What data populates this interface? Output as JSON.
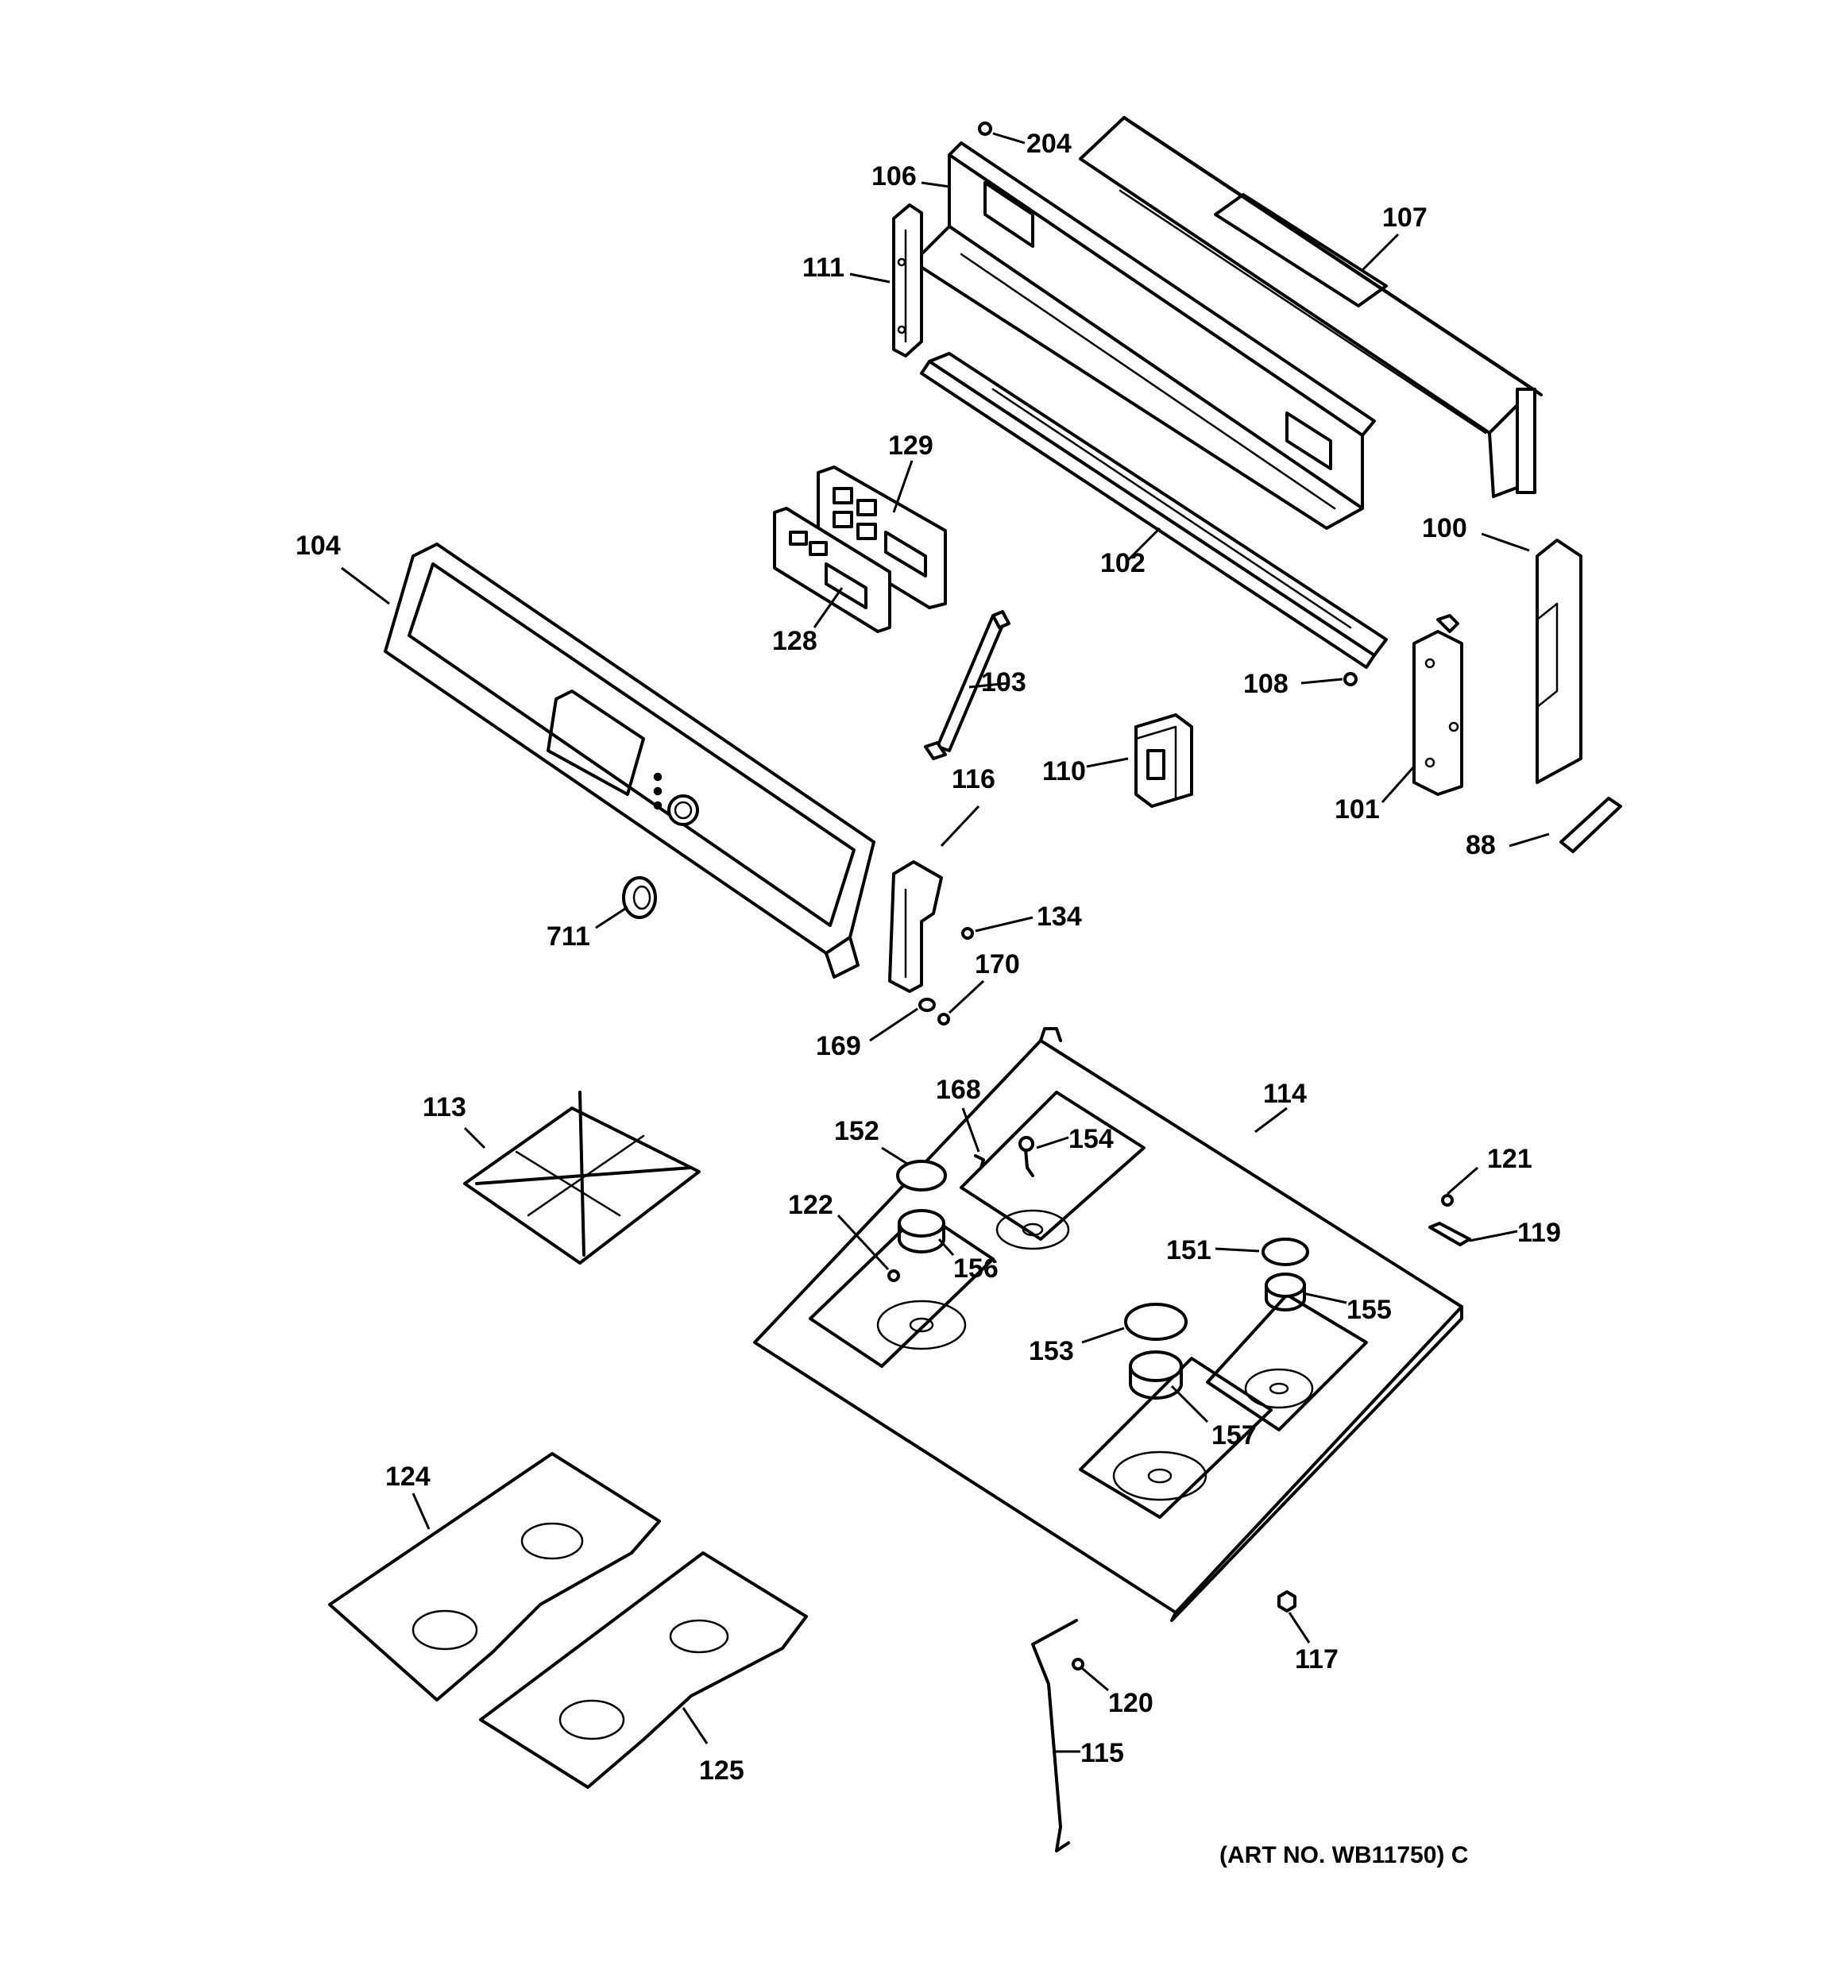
{
  "diagram": {
    "art_number": "(ART NO. WB11750) C",
    "callouts": [
      {
        "id": "p204",
        "label": "204"
      },
      {
        "id": "p106",
        "label": "106"
      },
      {
        "id": "p107",
        "label": "107"
      },
      {
        "id": "p111",
        "label": "111"
      },
      {
        "id": "p129",
        "label": "129"
      },
      {
        "id": "p128",
        "label": "128"
      },
      {
        "id": "p104",
        "label": "104"
      },
      {
        "id": "p102",
        "label": "102"
      },
      {
        "id": "p100",
        "label": "100"
      },
      {
        "id": "p103",
        "label": "103"
      },
      {
        "id": "p108",
        "label": "108"
      },
      {
        "id": "p110",
        "label": "110"
      },
      {
        "id": "p101",
        "label": "101"
      },
      {
        "id": "p116",
        "label": "116"
      },
      {
        "id": "p88",
        "label": "88"
      },
      {
        "id": "p134",
        "label": "134"
      },
      {
        "id": "p711",
        "label": "711"
      },
      {
        "id": "p170",
        "label": "170"
      },
      {
        "id": "p169",
        "label": "169"
      },
      {
        "id": "p168",
        "label": "168"
      },
      {
        "id": "p114",
        "label": "114"
      },
      {
        "id": "p113",
        "label": "113"
      },
      {
        "id": "p152",
        "label": "152"
      },
      {
        "id": "p154",
        "label": "154"
      },
      {
        "id": "p121",
        "label": "121"
      },
      {
        "id": "p122",
        "label": "122"
      },
      {
        "id": "p151",
        "label": "151"
      },
      {
        "id": "p119",
        "label": "119"
      },
      {
        "id": "p156",
        "label": "156"
      },
      {
        "id": "p155",
        "label": "155"
      },
      {
        "id": "p153",
        "label": "153"
      },
      {
        "id": "p157",
        "label": "157"
      },
      {
        "id": "p124",
        "label": "124"
      },
      {
        "id": "p117",
        "label": "117"
      },
      {
        "id": "p120",
        "label": "120"
      },
      {
        "id": "p115",
        "label": "115"
      },
      {
        "id": "p125",
        "label": "125"
      }
    ]
  }
}
